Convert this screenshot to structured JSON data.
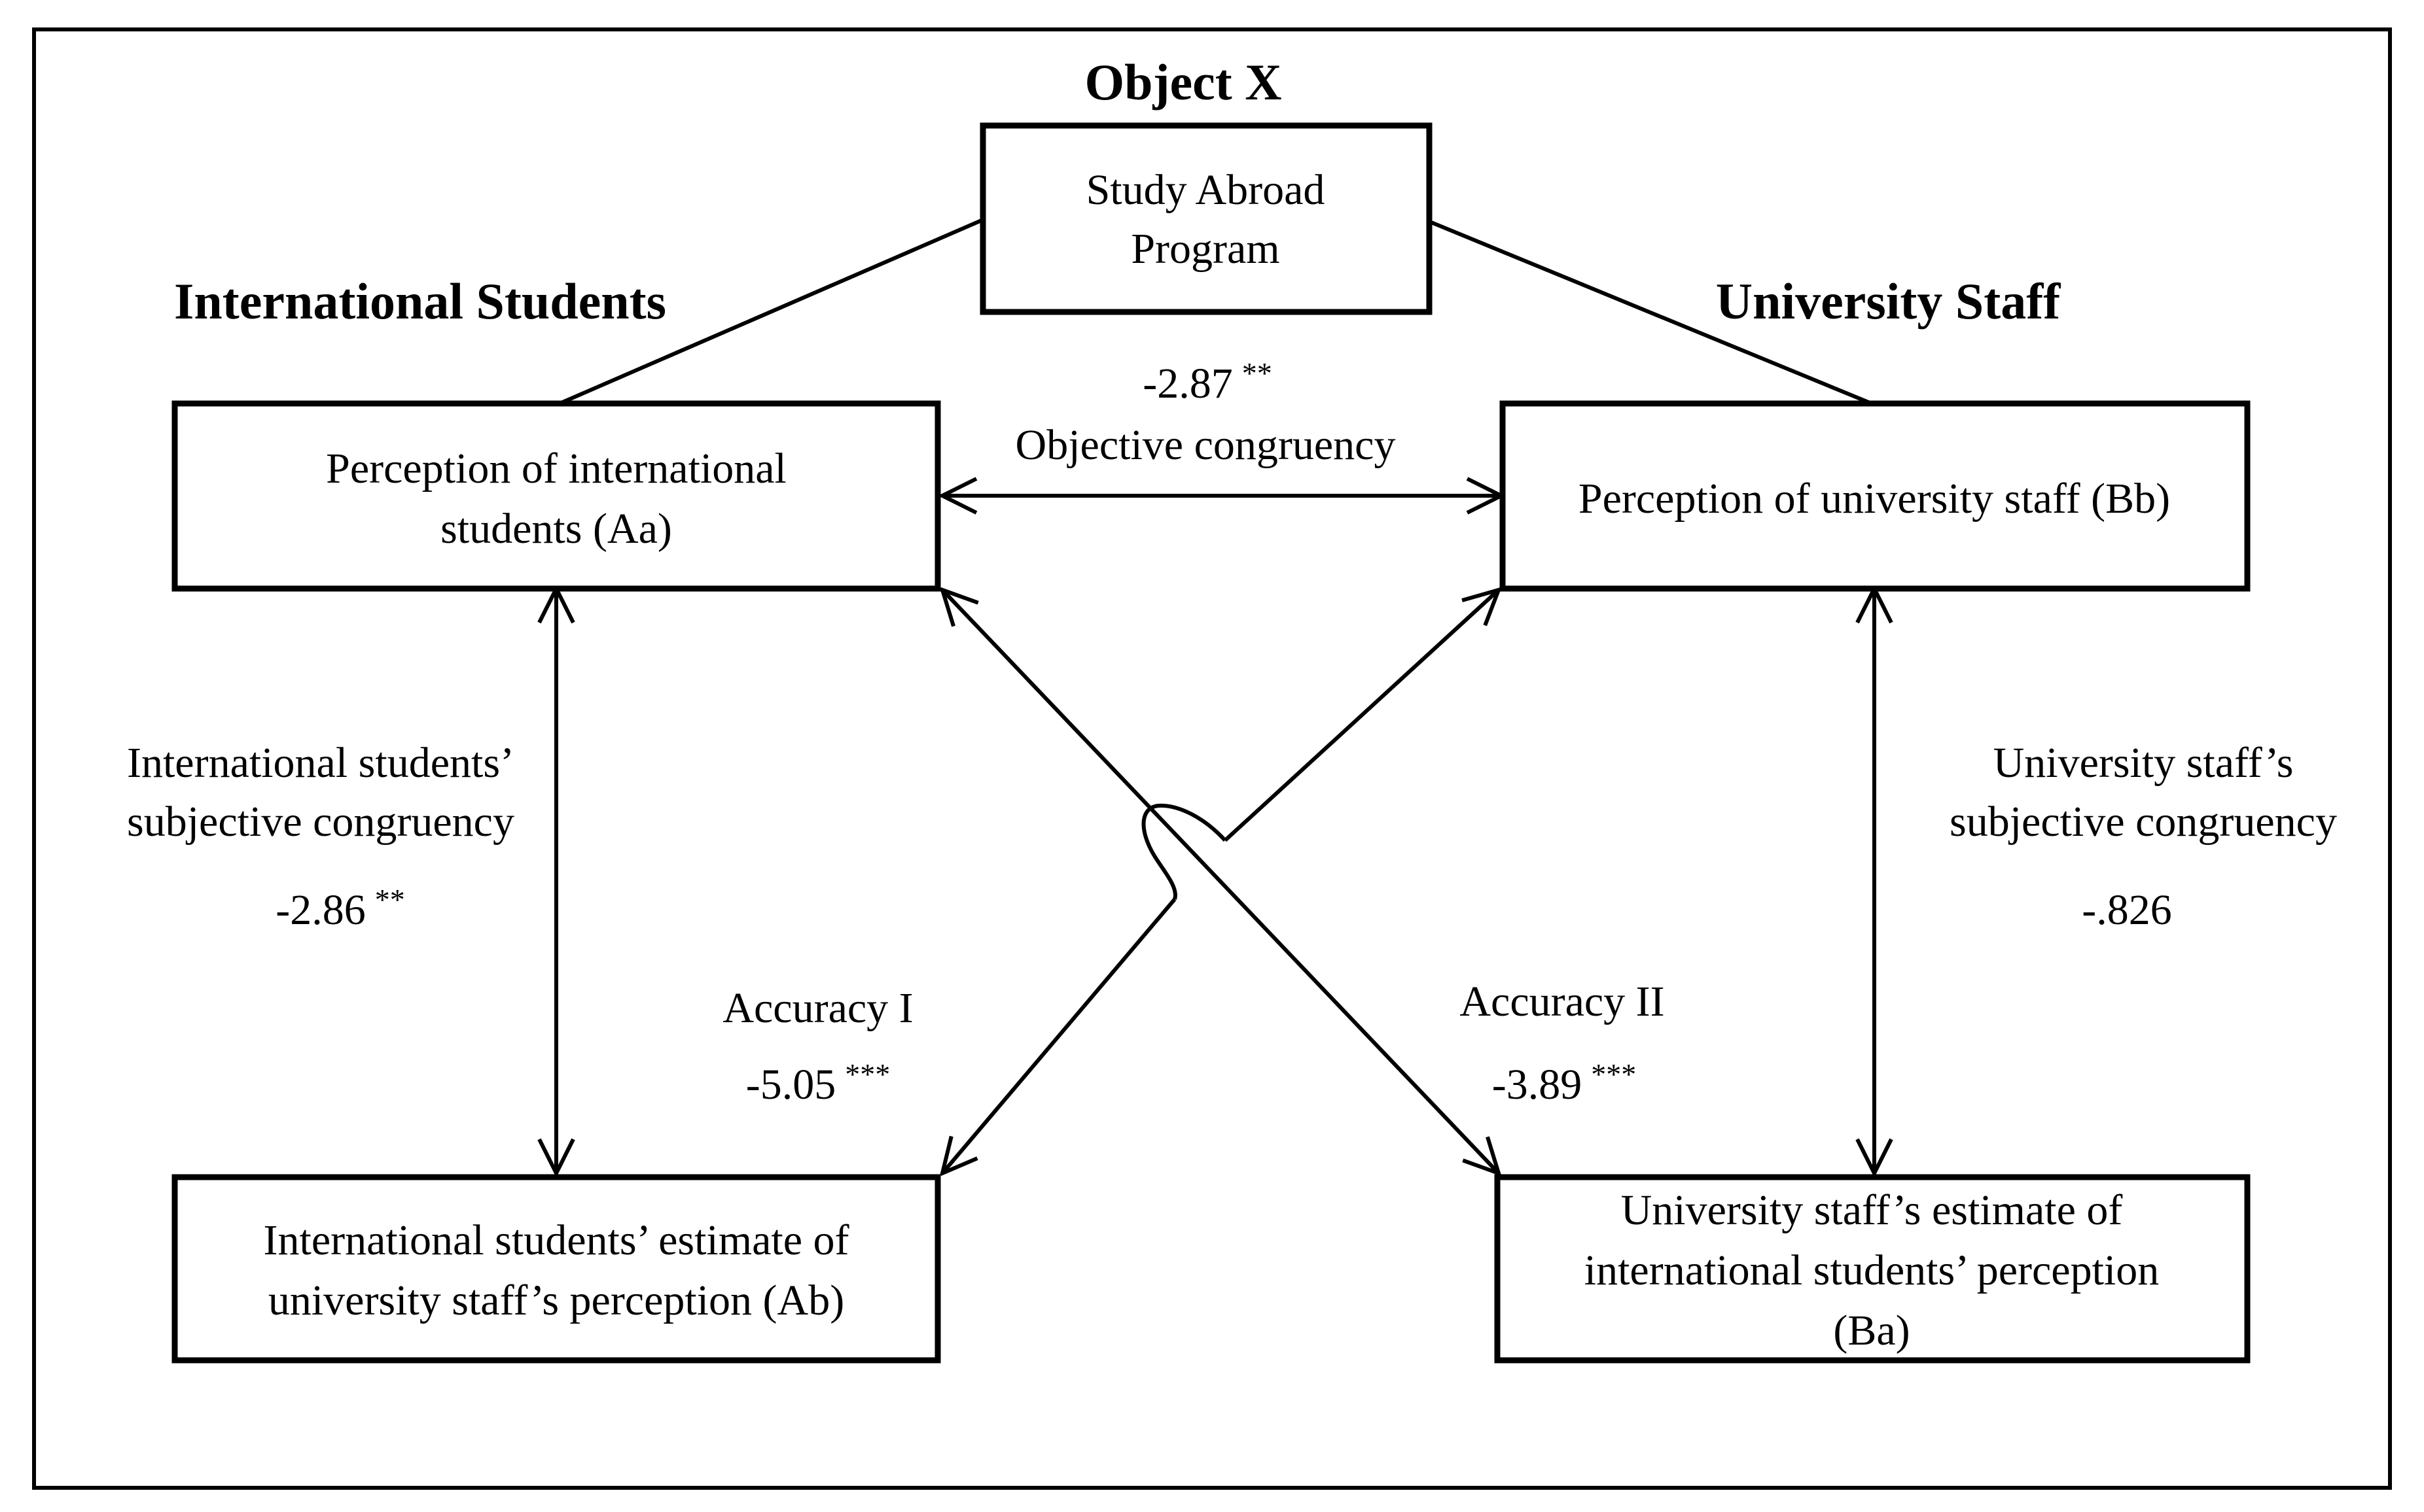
{
  "object_label": "Object X",
  "groups": {
    "left": "International Students",
    "right": "University Staff"
  },
  "boxes": {
    "program": {
      "line1": "Study Abroad",
      "line2": "Program"
    },
    "aa": {
      "line1": "Perception of international",
      "line2": "students (Aa)"
    },
    "bb": {
      "line1": "Perception of university staff (Bb)"
    },
    "ab": {
      "line1": "International students’ estimate of",
      "line2": "university staff’s perception (Ab)"
    },
    "ba": {
      "line1": "University staff’s estimate of",
      "line2": "international students’ perception",
      "line3": "(Ba)"
    }
  },
  "relations": {
    "objective": {
      "value": "-2.87",
      "stars": "**",
      "label": "Objective congruency"
    },
    "students_subjective": {
      "line1": "International students’",
      "line2": "subjective congruency",
      "value": "-2.86",
      "stars": "**"
    },
    "staff_subjective": {
      "line1": "University staff’s",
      "line2": "subjective congruency",
      "value": "-.826",
      "stars": ""
    },
    "accuracy_1": {
      "label": "Accuracy I",
      "value": "-5.05",
      "stars": "***"
    },
    "accuracy_2": {
      "label": "Accuracy II",
      "value": "-3.89",
      "stars": "***"
    }
  }
}
